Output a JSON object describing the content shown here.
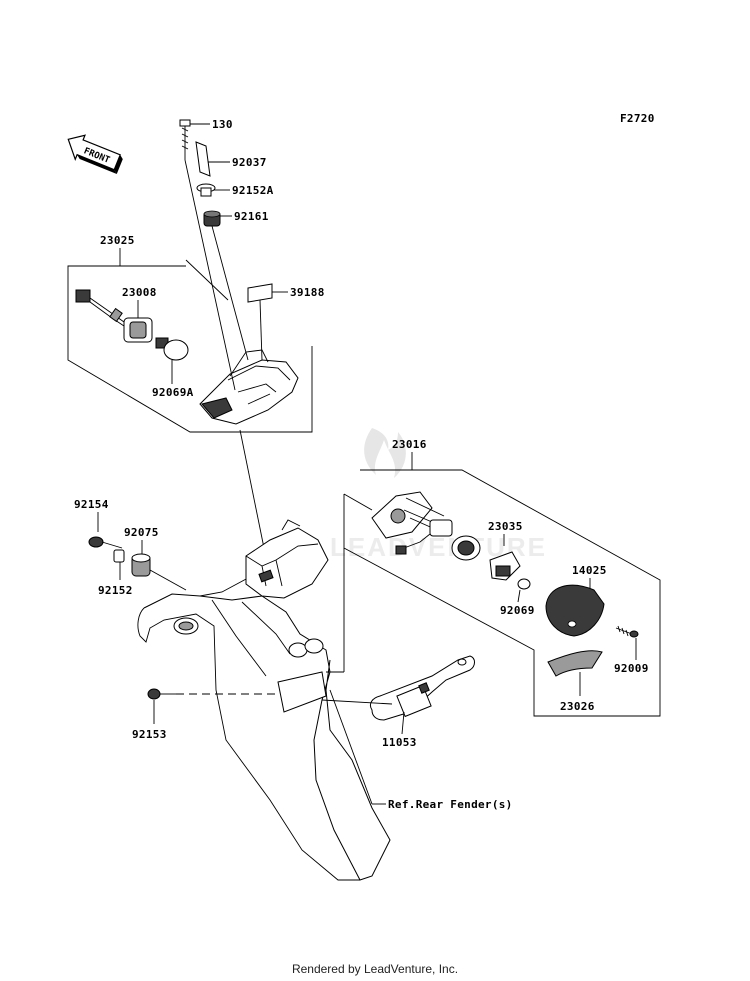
{
  "diagram": {
    "code": "F2720",
    "front_label": "FRONT",
    "reference_note": "Ref.Rear Fender(s)",
    "footer": "Rendered by LeadVenture, Inc.",
    "watermark": "LEADVENTURE",
    "parts": {
      "p130": "130",
      "p92037": "92037",
      "p92152A": "92152A",
      "p92161": "92161",
      "p23025": "23025",
      "p23008": "23008",
      "p39188": "39188",
      "p92069A": "92069A",
      "p23016": "23016",
      "p92154": "92154",
      "p92075": "92075",
      "p23035": "23035",
      "p92152": "92152",
      "p92069": "92069",
      "p14025": "14025",
      "p92009": "92009",
      "p92153": "92153",
      "p11053": "11053",
      "p23026": "23026"
    }
  }
}
